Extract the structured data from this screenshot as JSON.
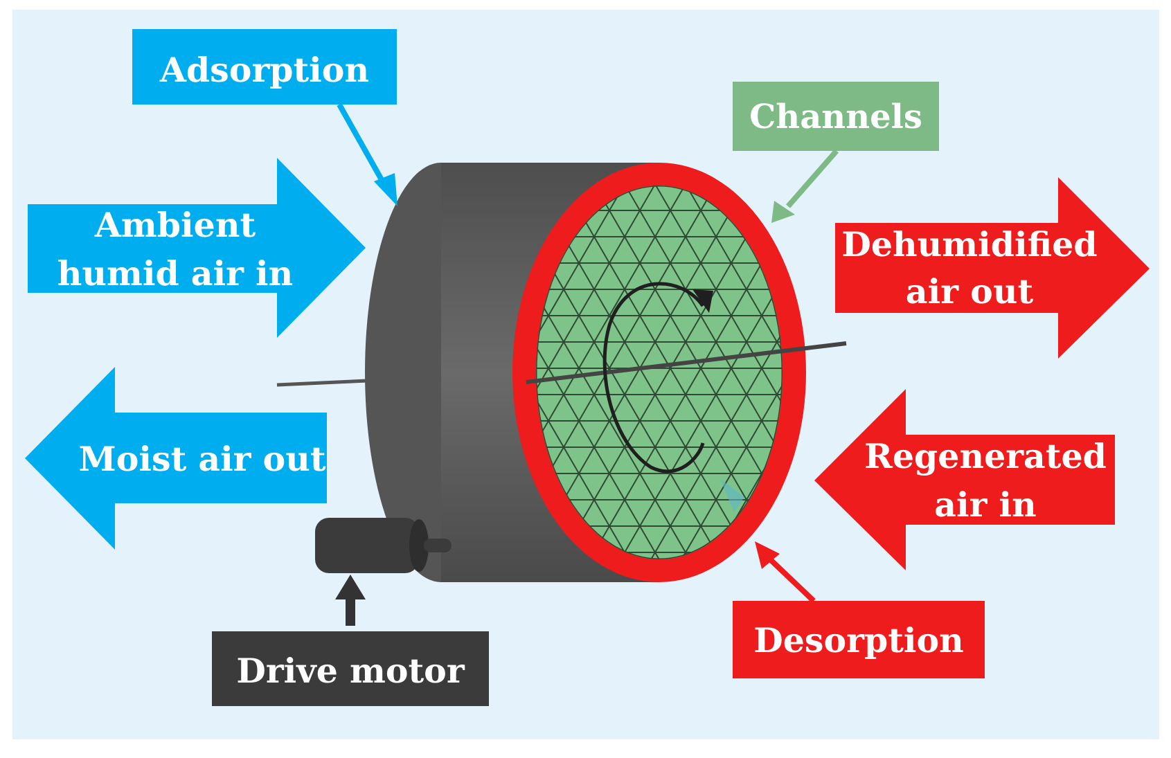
{
  "labels": {
    "adsorption": "Adsorption",
    "channels": "Channels",
    "ambient_line1": "Ambient",
    "ambient_line2": "humid air in",
    "dehumidified_line1": "Dehumidified",
    "dehumidified_line2": "air out",
    "moist_air_out": "Moist air out",
    "regenerated_line1": "Regenerated",
    "regenerated_line2": "air in",
    "desorption": "Desorption",
    "drive_motor": "Drive motor"
  },
  "colors": {
    "background": "#e3f2fb",
    "adsorption_blue": "#00aeef",
    "desorption_red": "#ee1c1c",
    "channels_green": "#7dba86",
    "honeycomb_green": "#7ec48a",
    "wheel_grey": "#5a5a5a",
    "motor_dark": "#3b3b3b"
  }
}
